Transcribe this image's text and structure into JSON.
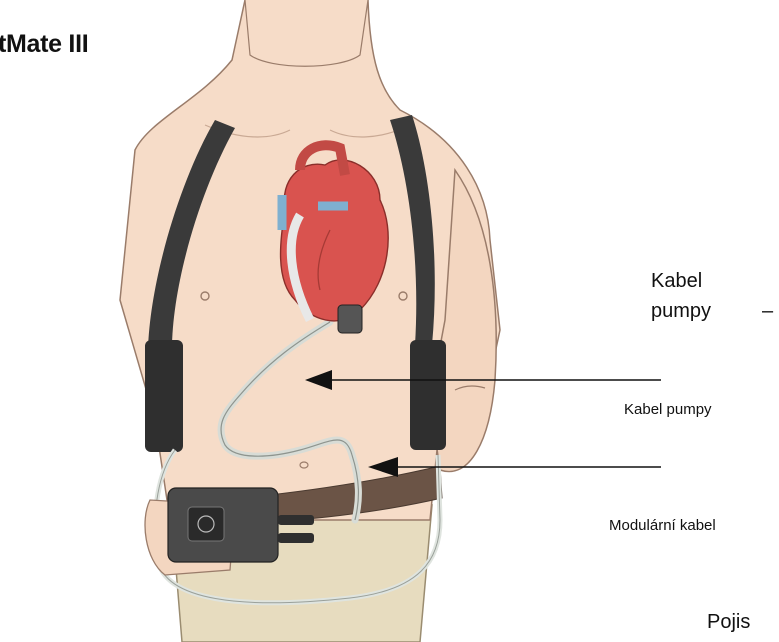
{
  "title": "tMate III",
  "labels": {
    "kabel_pumpy_large_line1": "Kabel",
    "kabel_pumpy_large_line2": "pumpy",
    "kabel_pumpy_large_dash": "–",
    "kabel_pumpy": "Kabel pumpy",
    "modularni_kabel": "Modulární kabel",
    "pojis": "Pojis"
  },
  "colors": {
    "skin": "#f6dcc8",
    "skin_outline": "#9a7c6a",
    "harness": "#3a3a3a",
    "belt": "#6b5446",
    "pants": "#e7dcbf",
    "heart": "#d9534f",
    "vessel_blue": "#7fb0d0",
    "controller": "#4a4a4a"
  }
}
